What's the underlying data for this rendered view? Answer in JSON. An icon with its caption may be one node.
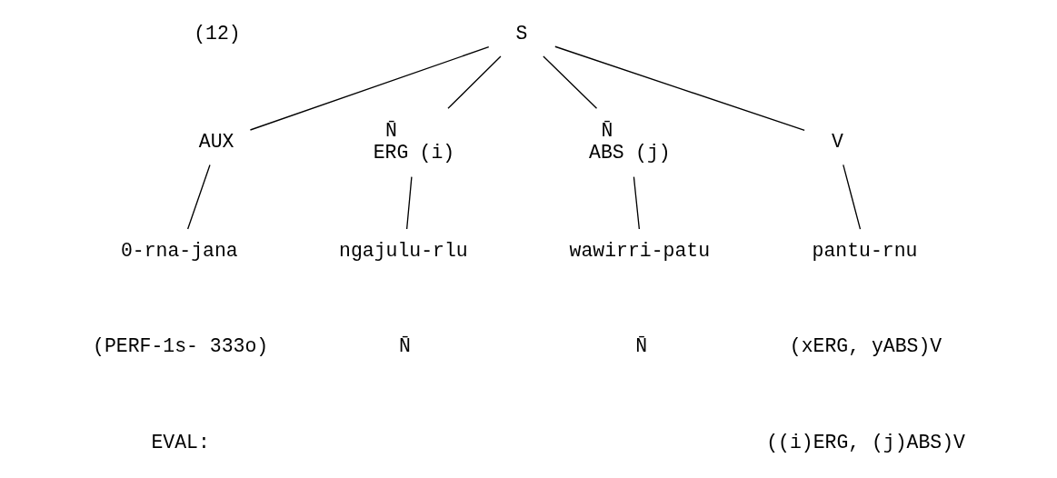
{
  "diagram": {
    "nodes": [
      {
        "text": [
          "S"
        ]
      },
      {
        "text": [
          "AUX"
        ]
      },
      {
        "text": [
          "N̄",
          "ERG"
        ],
        "beside": [
          "(i)"
        ]
      },
      {
        "text": [
          "N̄",
          "ABS"
        ],
        "beside": [
          "(j)"
        ]
      },
      {
        "text": [
          "V"
        ]
      },
      {
        "text": [
          "0-rna-jana"
        ]
      },
      {
        "text": [
          "ngajulu-rlu"
        ]
      },
      {
        "text": [
          "wawirri-patu"
        ]
      },
      {
        "text": [
          "pantu-rnu"
        ]
      }
    ],
    "edges": [
      {
        "from": 0,
        "to": 1,
        "arrow": "none"
      },
      {
        "from": 0,
        "to": 2,
        "arrow": "none"
      },
      {
        "from": 0,
        "to": 3,
        "arrow": "none"
      },
      {
        "from": 0,
        "to": 4,
        "arrow": "none"
      },
      {
        "from": 1,
        "to": 5,
        "arrow": "none"
      },
      {
        "from": 2,
        "to": 6,
        "arrow": "none"
      },
      {
        "from": 3,
        "to": 7,
        "arrow": "none"
      },
      {
        "from": 4,
        "to": 8,
        "arrow": "none"
      }
    ],
    "labels": [
      "(12)",
      "(PERF-1s- 333o)",
      "N̄",
      "N̄",
      "(xERG, yABS)V",
      "EVAL:",
      "((i)ERG, (j)ABS)V"
    ]
  }
}
